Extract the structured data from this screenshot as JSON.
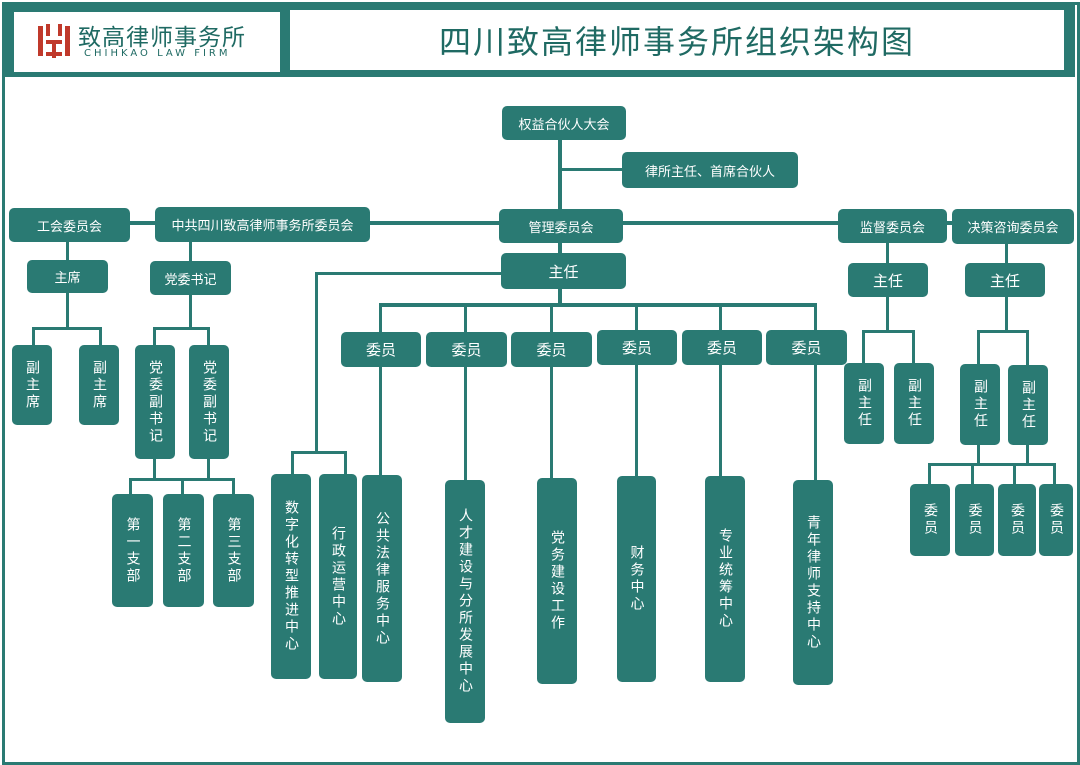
{
  "header": {
    "title": "四川致高律师事务所组织架构图",
    "logo_cn": "致高律师事务所",
    "logo_en": "CHIHKAO LAW FIRM"
  },
  "nodes": {
    "partners_assembly": "权益合伙人大会",
    "director": "律所主任、首席合伙人",
    "management": "管理委员会",
    "union": "工会委员会",
    "party_committee": "中共四川致高律师事务所委员会",
    "supervision": "监督委员会",
    "advisory": "决策咨询委员会",
    "chief": "主任",
    "union_chair": "主席",
    "vice_chair_1": "副主席",
    "vice_chair_2": "副主席",
    "party_secretary": "党委书记",
    "party_deputy_1": "党委副书记",
    "party_deputy_2": "党委副书记",
    "branch_1": "第一支部",
    "branch_2": "第二支部",
    "branch_3": "第三支部",
    "members": [
      "委员",
      "委员",
      "委员",
      "委员",
      "委员",
      "委员"
    ],
    "centers": [
      "数字化转型推进中心",
      "行政运营中心",
      "公共法律服务中心",
      "人才建设与分所发展中心",
      "党务建设工作",
      "财务中心",
      "专业统筹中心",
      "青年律师支持中心"
    ],
    "sup_chief": "主任",
    "sup_vice_1": "副主任",
    "sup_vice_2": "副主任",
    "adv_chief": "主任",
    "adv_vice_1": "副主任",
    "adv_vice_2": "副主任",
    "adv_members": [
      "委员",
      "委员",
      "委员",
      "委员"
    ]
  },
  "colors": {
    "accent": "#2a7a73",
    "logo_red": "#c0392b"
  }
}
